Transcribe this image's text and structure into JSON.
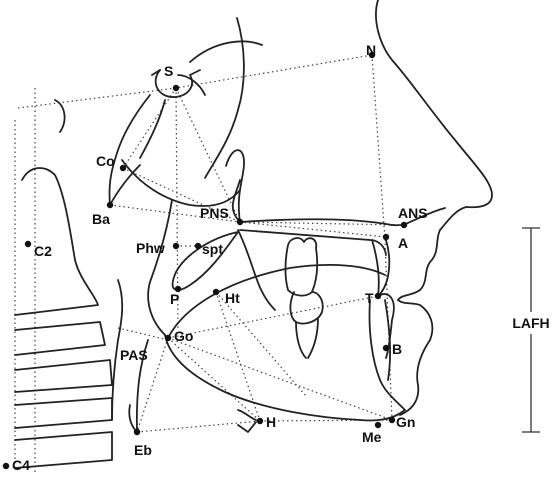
{
  "figure": {
    "landmarks": {
      "S": "S",
      "N": "N",
      "Co": "Co",
      "Ba": "Ba",
      "PNS": "PNS",
      "ANS": "ANS",
      "A": "A",
      "C2": "C2",
      "Phw": "Phw",
      "spt": "spt",
      "P": "P",
      "Ht": "Ht",
      "T": "T",
      "Go": "Go",
      "PAS": "PAS",
      "B": "B",
      "H": "H",
      "Gn": "Gn",
      "Me": "Me",
      "Eb": "Eb",
      "C4": "C4"
    },
    "dimension_label": "LAFH"
  }
}
